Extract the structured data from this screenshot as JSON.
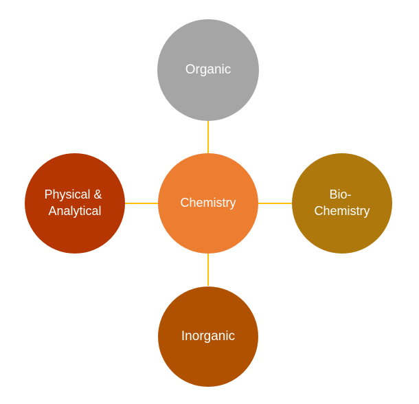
{
  "diagram": {
    "center": {
      "lines": [
        "Chemistry"
      ],
      "color": "#ED7D31"
    },
    "top": {
      "lines": [
        "Organic"
      ],
      "color": "#A5A5A5"
    },
    "right": {
      "lines": [
        "Bio-",
        "Chemistry"
      ],
      "color": "#AE780C"
    },
    "bottom": {
      "lines": [
        "Inorganic"
      ],
      "color": "#B05100"
    },
    "left": {
      "lines": [
        "Physical &",
        "Analytical"
      ],
      "color": "#B53601"
    },
    "connector_color": "#FFC000"
  }
}
